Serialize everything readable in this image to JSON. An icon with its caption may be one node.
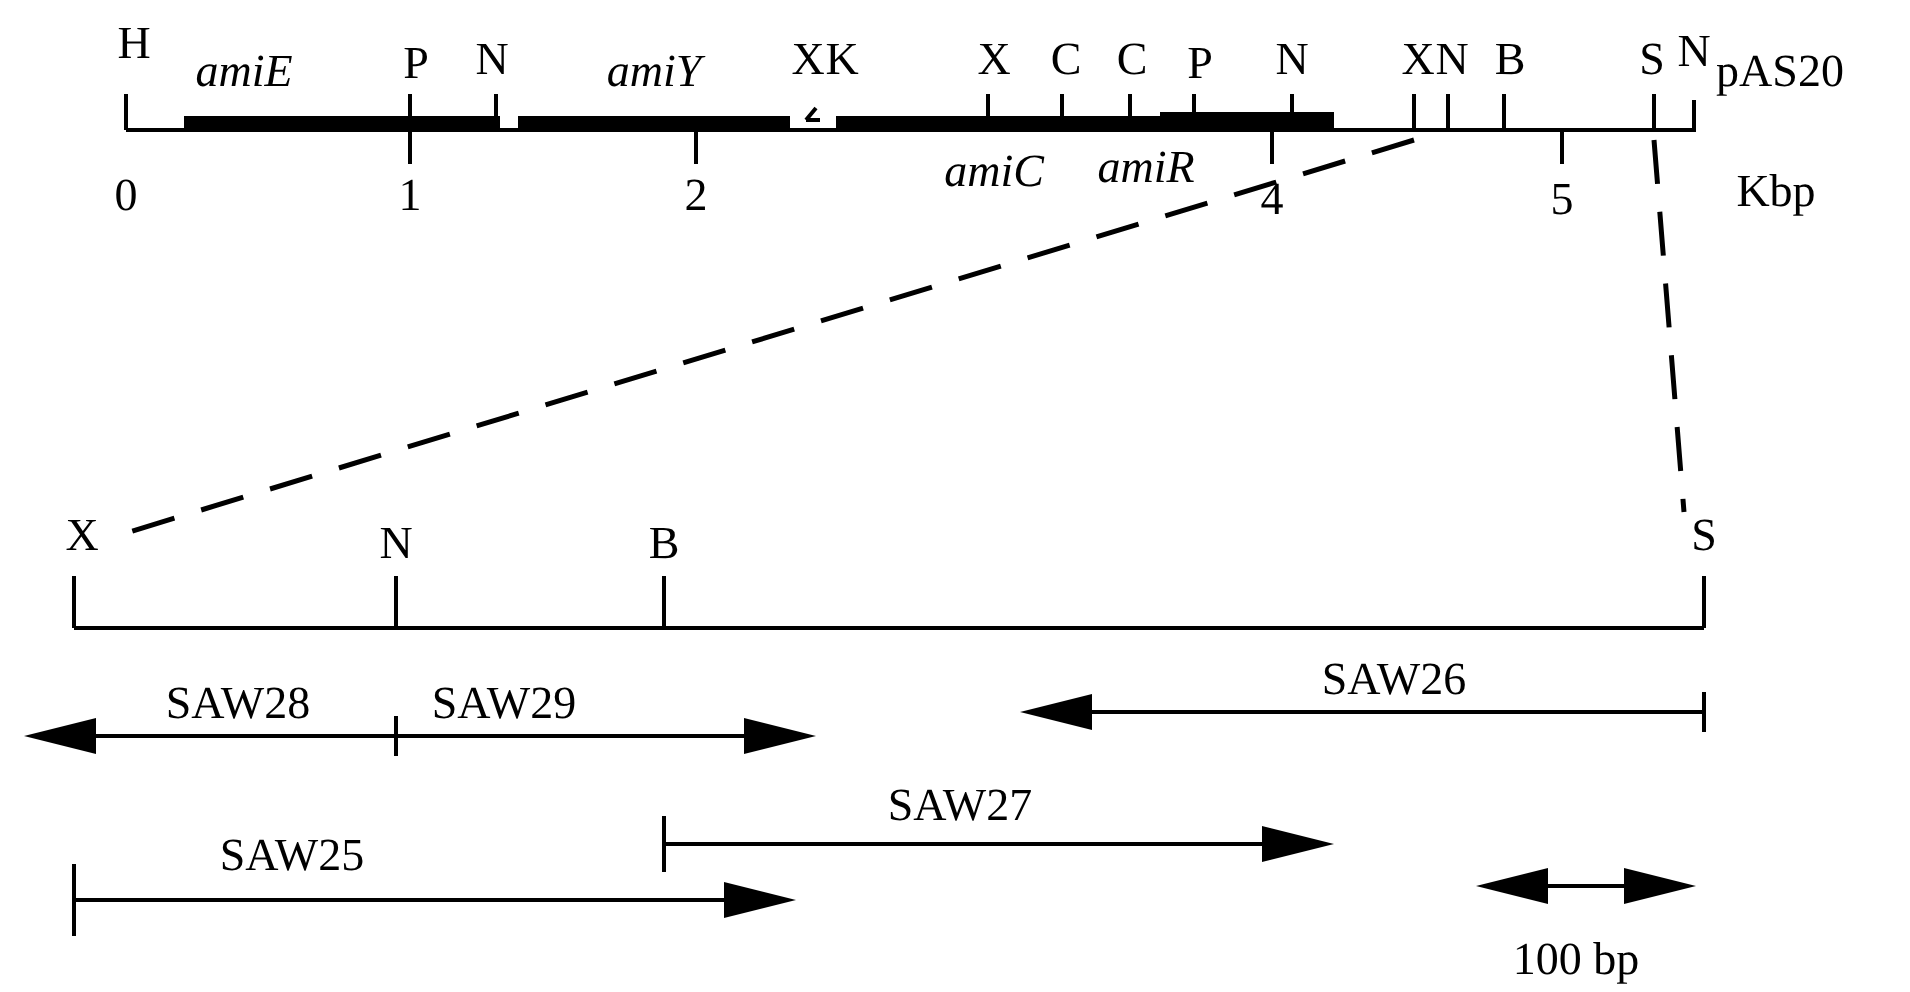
{
  "diagram": {
    "labels": [
      "H",
      "amiE",
      "P",
      "N",
      "amiY",
      "X",
      "K",
      "X",
      "C",
      "C",
      "P",
      "N",
      "X",
      "N",
      "B",
      "S",
      "N",
      "pAS20",
      "0",
      "1",
      "2",
      "amiC",
      "amiR",
      "4",
      "5",
      "Kbp",
      "X",
      "N",
      "B",
      "S",
      "SAW28",
      "SAW29",
      "SAW26",
      "SAW27",
      "SAW25",
      "100 bp"
    ]
  }
}
